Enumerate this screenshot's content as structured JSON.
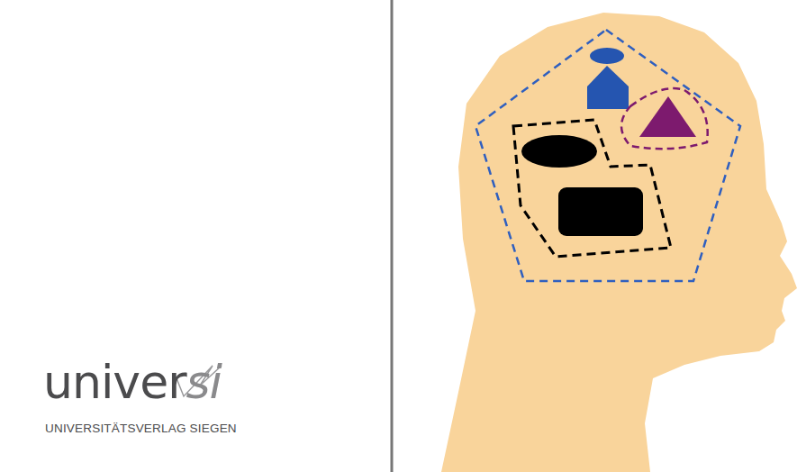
{
  "diagram": {
    "labels": [
      "univer",
      "si",
      "UNIVERSITÄTSVERLAG SIEGEN"
    ]
  }
}
